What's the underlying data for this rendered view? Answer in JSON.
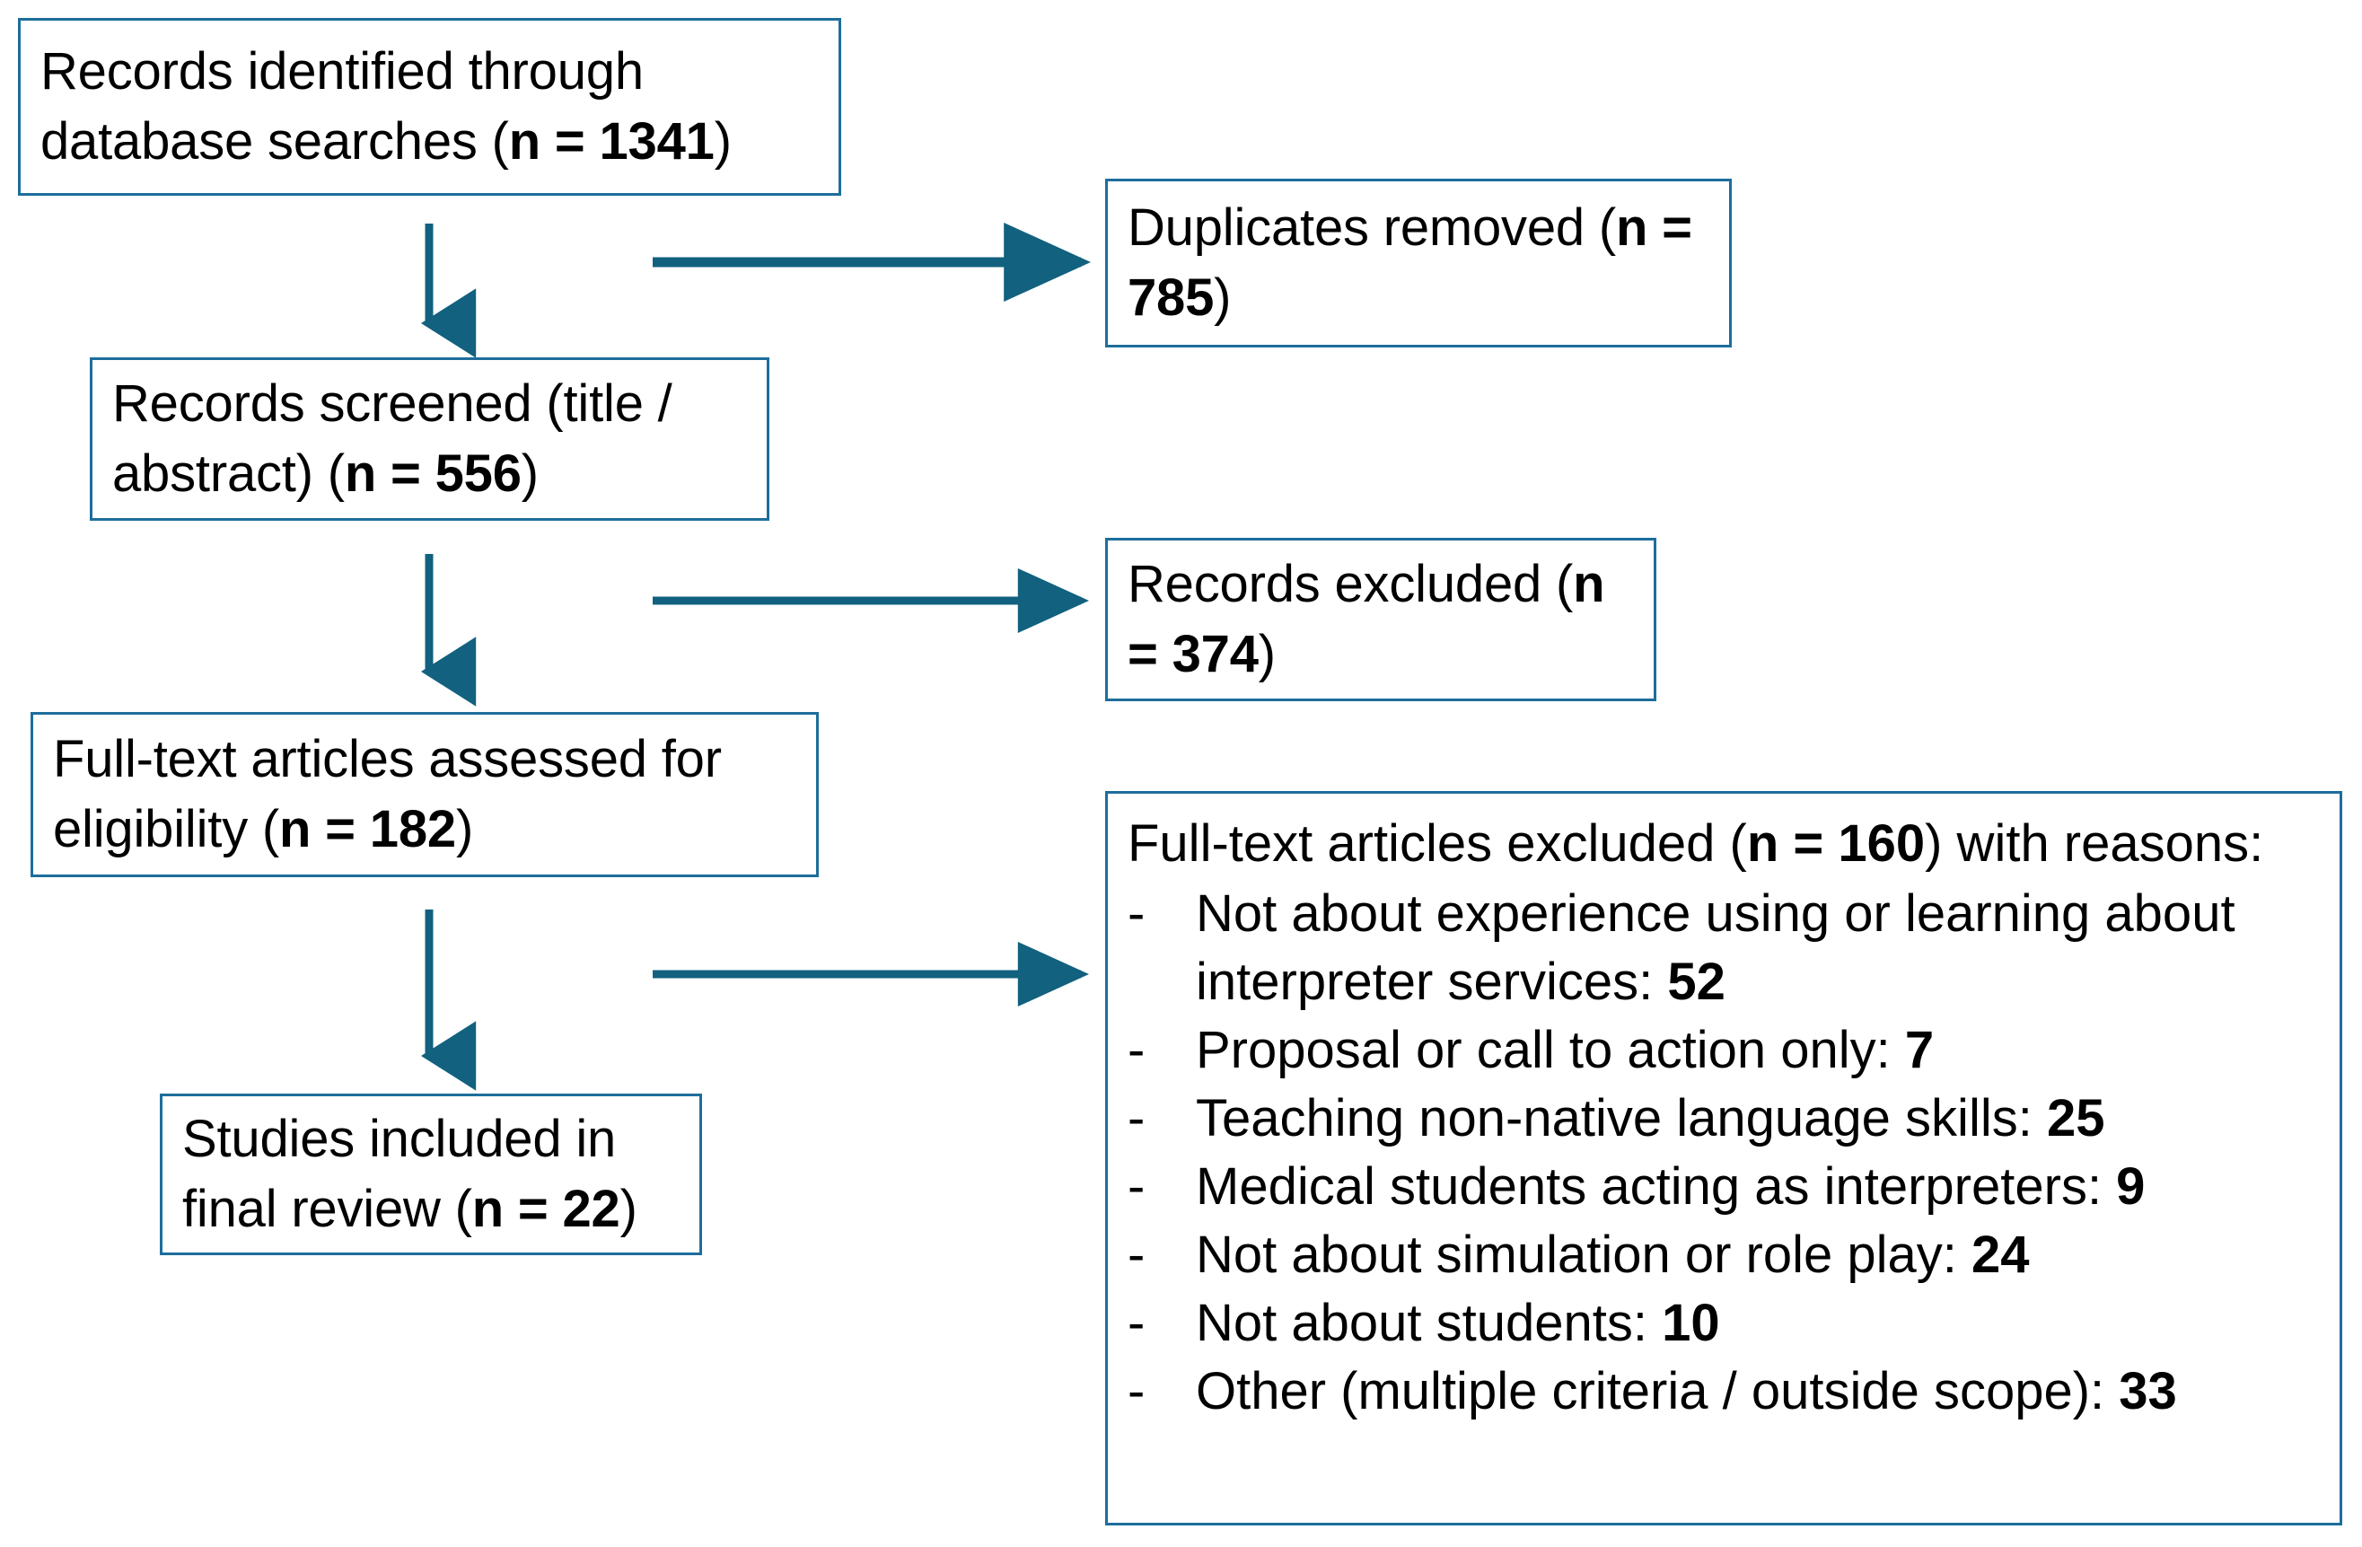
{
  "diagram": {
    "type": "prisma-flow-diagram",
    "colors": {
      "box_border": "#1d6e9b",
      "arrow": "#11617f",
      "text": "#000000",
      "background": "#ffffff"
    }
  },
  "boxes": {
    "identified": {
      "label": "Records identified through database searches (",
      "n_prefix": "n = 1341",
      "suffix": ")",
      "full": "Records identified through database searches (n = 1341)",
      "n": 1341
    },
    "duplicates": {
      "label": "Duplicates removed (",
      "n_prefix": "n = 785",
      "suffix": ")",
      "full": "Duplicates removed (n = 785)",
      "n": 785
    },
    "screened": {
      "label": "Records screened (title / abstract) (",
      "n_prefix": "n = 556",
      "suffix": ")",
      "full": "Records screened (title / abstract) (n = 556)",
      "n": 556
    },
    "records_excluded": {
      "label": "Records excluded (",
      "n_prefix": "n = 374",
      "suffix": ")",
      "full": "Records excluded (n = 374)",
      "n": 374
    },
    "fulltext_assessed": {
      "label": "Full-text articles assessed for eligibility (",
      "n_prefix": "n = 182",
      "suffix": ")",
      "full": "Full-text articles assessed for eligibility (n = 182)",
      "n": 182
    },
    "included": {
      "label": "Studies included in final review (",
      "n_prefix": "n = 22",
      "suffix": ")",
      "full": "Studies included in final review (n = 22)",
      "n": 22
    },
    "fulltext_excluded": {
      "head_pre": "Full-text articles excluded (",
      "head_n": "n = 160",
      "head_post": ") with reasons:",
      "n": 160,
      "bullet_marker": "-",
      "reasons": [
        {
          "text": "Not about experience using or learning about interpreter services: ",
          "count": "52"
        },
        {
          "text": "Proposal or call to action only: ",
          "count": "7"
        },
        {
          "text": "Teaching non-native language skills: ",
          "count": "25"
        },
        {
          "text": "Medical students acting as interpreters: ",
          "count": "9"
        },
        {
          "text": "Not about simulation or role play: ",
          "count": "24"
        },
        {
          "text": "Not about students: ",
          "count": "10"
        },
        {
          "text": "Other (multiple criteria / outside scope): ",
          "count": "33"
        }
      ]
    }
  },
  "arrows": [
    {
      "name": "identified-to-screened",
      "direction": "down"
    },
    {
      "name": "identified-to-duplicates",
      "direction": "right"
    },
    {
      "name": "screened-to-fulltext",
      "direction": "down"
    },
    {
      "name": "screened-to-records-excluded",
      "direction": "right"
    },
    {
      "name": "fulltext-to-included",
      "direction": "down"
    },
    {
      "name": "fulltext-to-fulltext-excluded",
      "direction": "right"
    }
  ]
}
